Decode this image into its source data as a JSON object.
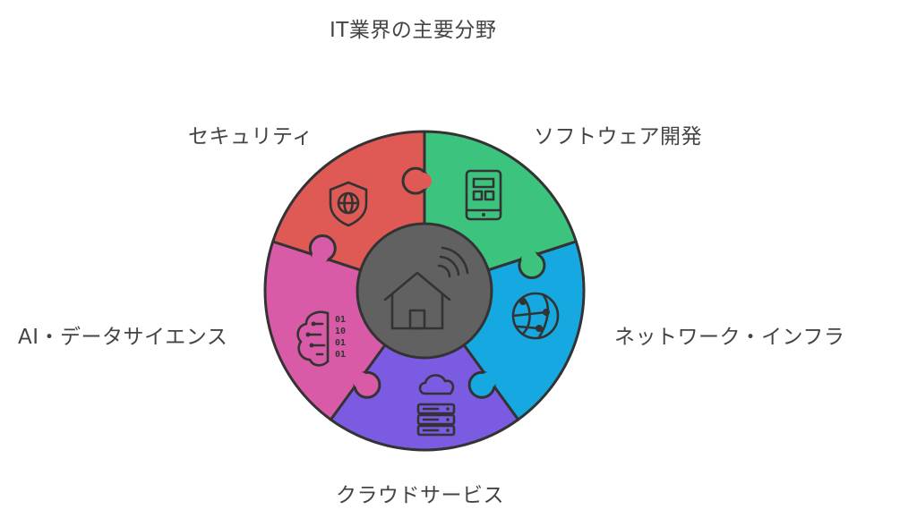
{
  "title": "IT業界の主要分野",
  "segments": {
    "security": {
      "label": "セキュリティ",
      "color": "#E05A55",
      "icon": "shield-globe-icon"
    },
    "software": {
      "label": "ソフトウェア開発",
      "color": "#3CC47F",
      "icon": "tablet-icon"
    },
    "network": {
      "label": "ネットワーク・インフラ",
      "color": "#16A8E0",
      "icon": "network-globe-icon"
    },
    "cloud": {
      "label": "クラウドサービス",
      "color": "#7B5BE2",
      "icon": "cloud-server-icon"
    },
    "ai": {
      "label": "AI・データサイエンス",
      "color": "#D95BA8",
      "icon": "brain-binary-icon"
    }
  },
  "center": {
    "color": "#616161",
    "icon": "smart-home-icon"
  },
  "binary": [
    "01",
    "10",
    "01",
    "01"
  ]
}
